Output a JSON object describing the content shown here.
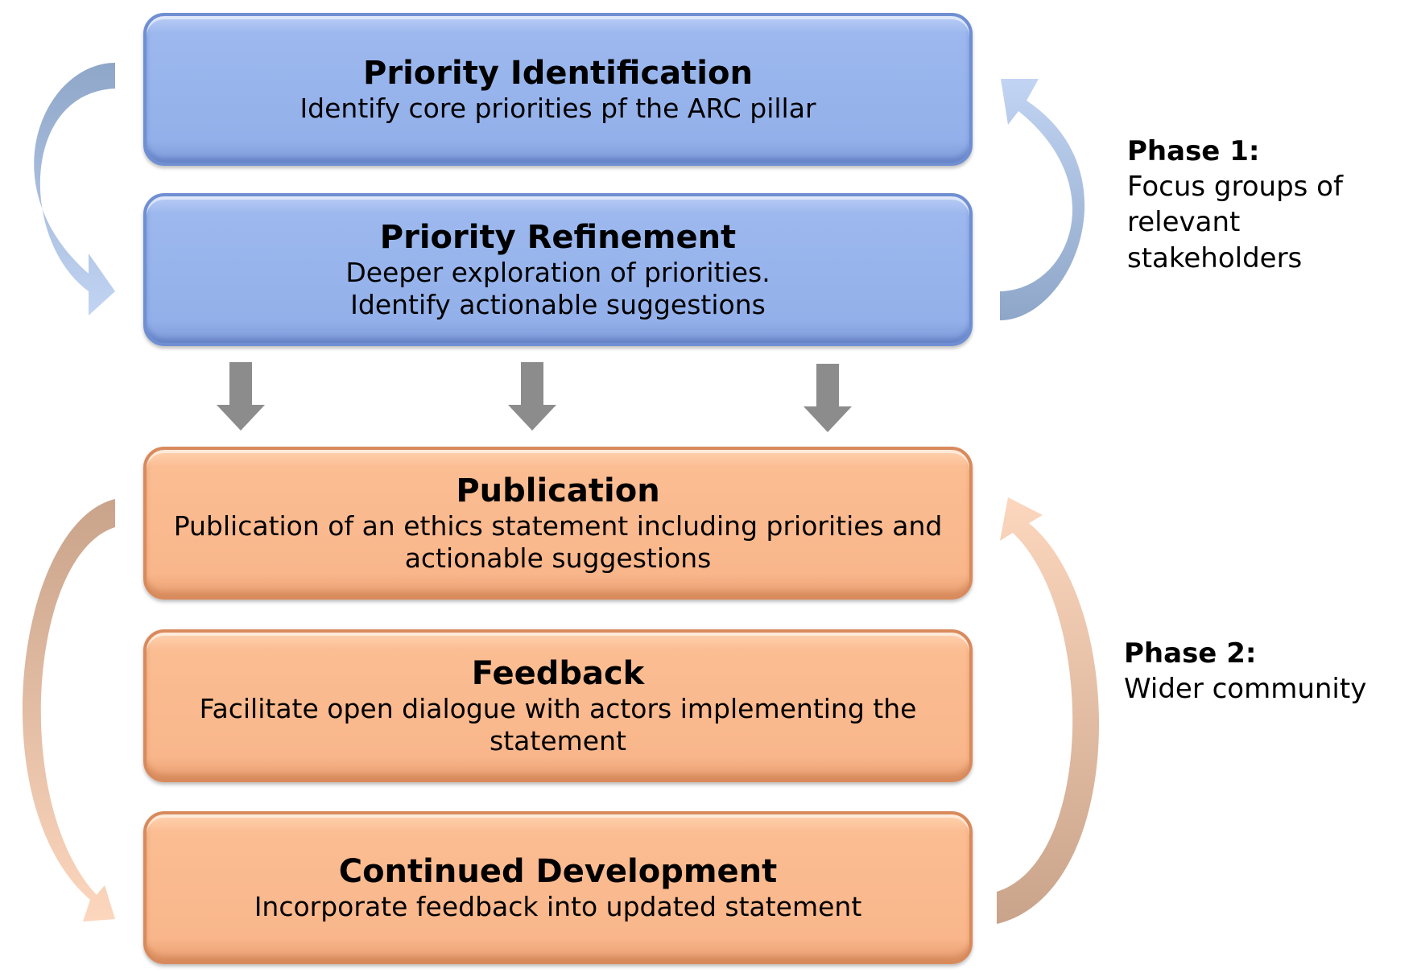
{
  "boxes": [
    {
      "title": "Priority Identification",
      "lines": [
        "Identify core priorities pf the ARC pillar"
      ]
    },
    {
      "title": "Priority Refinement",
      "lines": [
        "Deeper exploration of priorities.",
        "Identify actionable suggestions"
      ]
    },
    {
      "title": "Publication",
      "lines": [
        "Publication of an ethics statement including priorities and",
        "actionable suggestions"
      ]
    },
    {
      "title": "Feedback",
      "lines": [
        "Facilitate open dialogue with actors implementing the",
        "statement"
      ]
    },
    {
      "title": "Continued Development",
      "lines": [
        "Incorporate feedback into updated statement"
      ]
    }
  ],
  "phases": [
    {
      "title": "Phase 1:",
      "lines": [
        "Focus groups of",
        "relevant stakeholders"
      ]
    },
    {
      "title": "Phase 2:",
      "lines": [
        "Wider community"
      ]
    }
  ],
  "colors": {
    "phase1_box": "#93b0ea",
    "phase2_box": "#f9b68b",
    "down_arrow": "#8c8c8c"
  }
}
